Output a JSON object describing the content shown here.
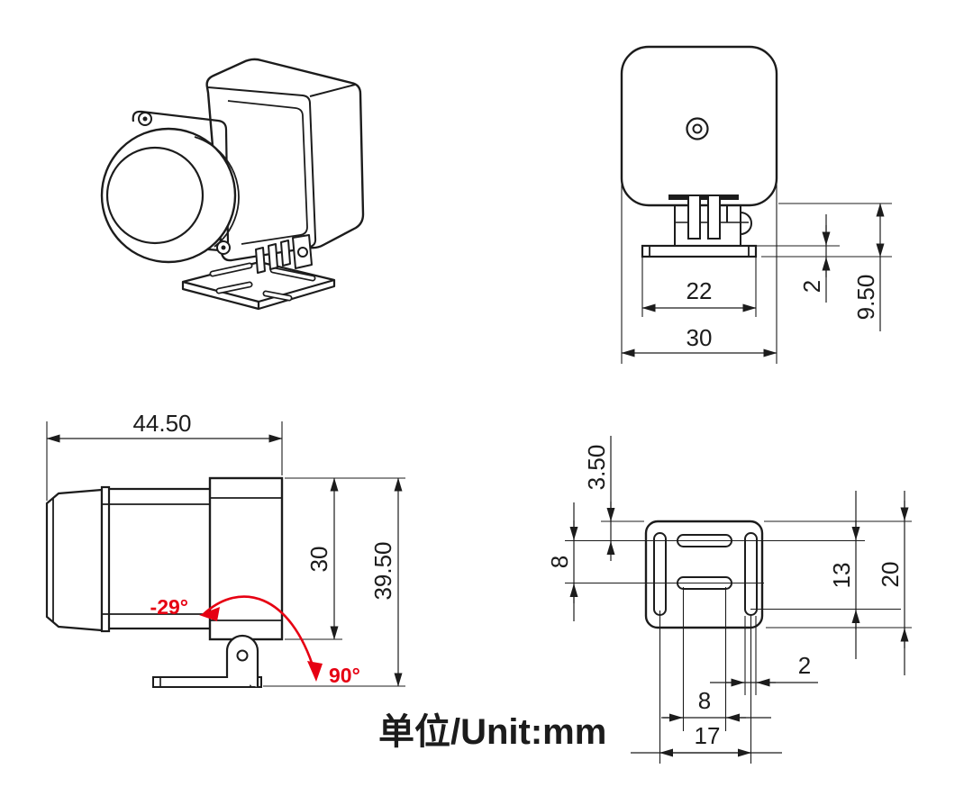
{
  "colors": {
    "line": "#1c1c1c",
    "accent_red": "#e60012",
    "background": "#ffffff"
  },
  "unit_label": "单位/Unit:mm",
  "rear_view": {
    "plate_width": "22",
    "body_width": "30",
    "plate_thickness": "2",
    "mount_height": "9.50"
  },
  "side_view": {
    "total_length": "44.50",
    "body_height": "30",
    "total_height": "39.50",
    "tilt_up_angle": "-29°",
    "tilt_down_angle": "90°"
  },
  "bottom_view": {
    "slot_top_offset": "3.50",
    "slot_row_spacing": "8",
    "side_slot_span": "13",
    "plate_depth": "20",
    "slot_width": "2",
    "slot_length": "8",
    "slot_center_span": "17"
  }
}
